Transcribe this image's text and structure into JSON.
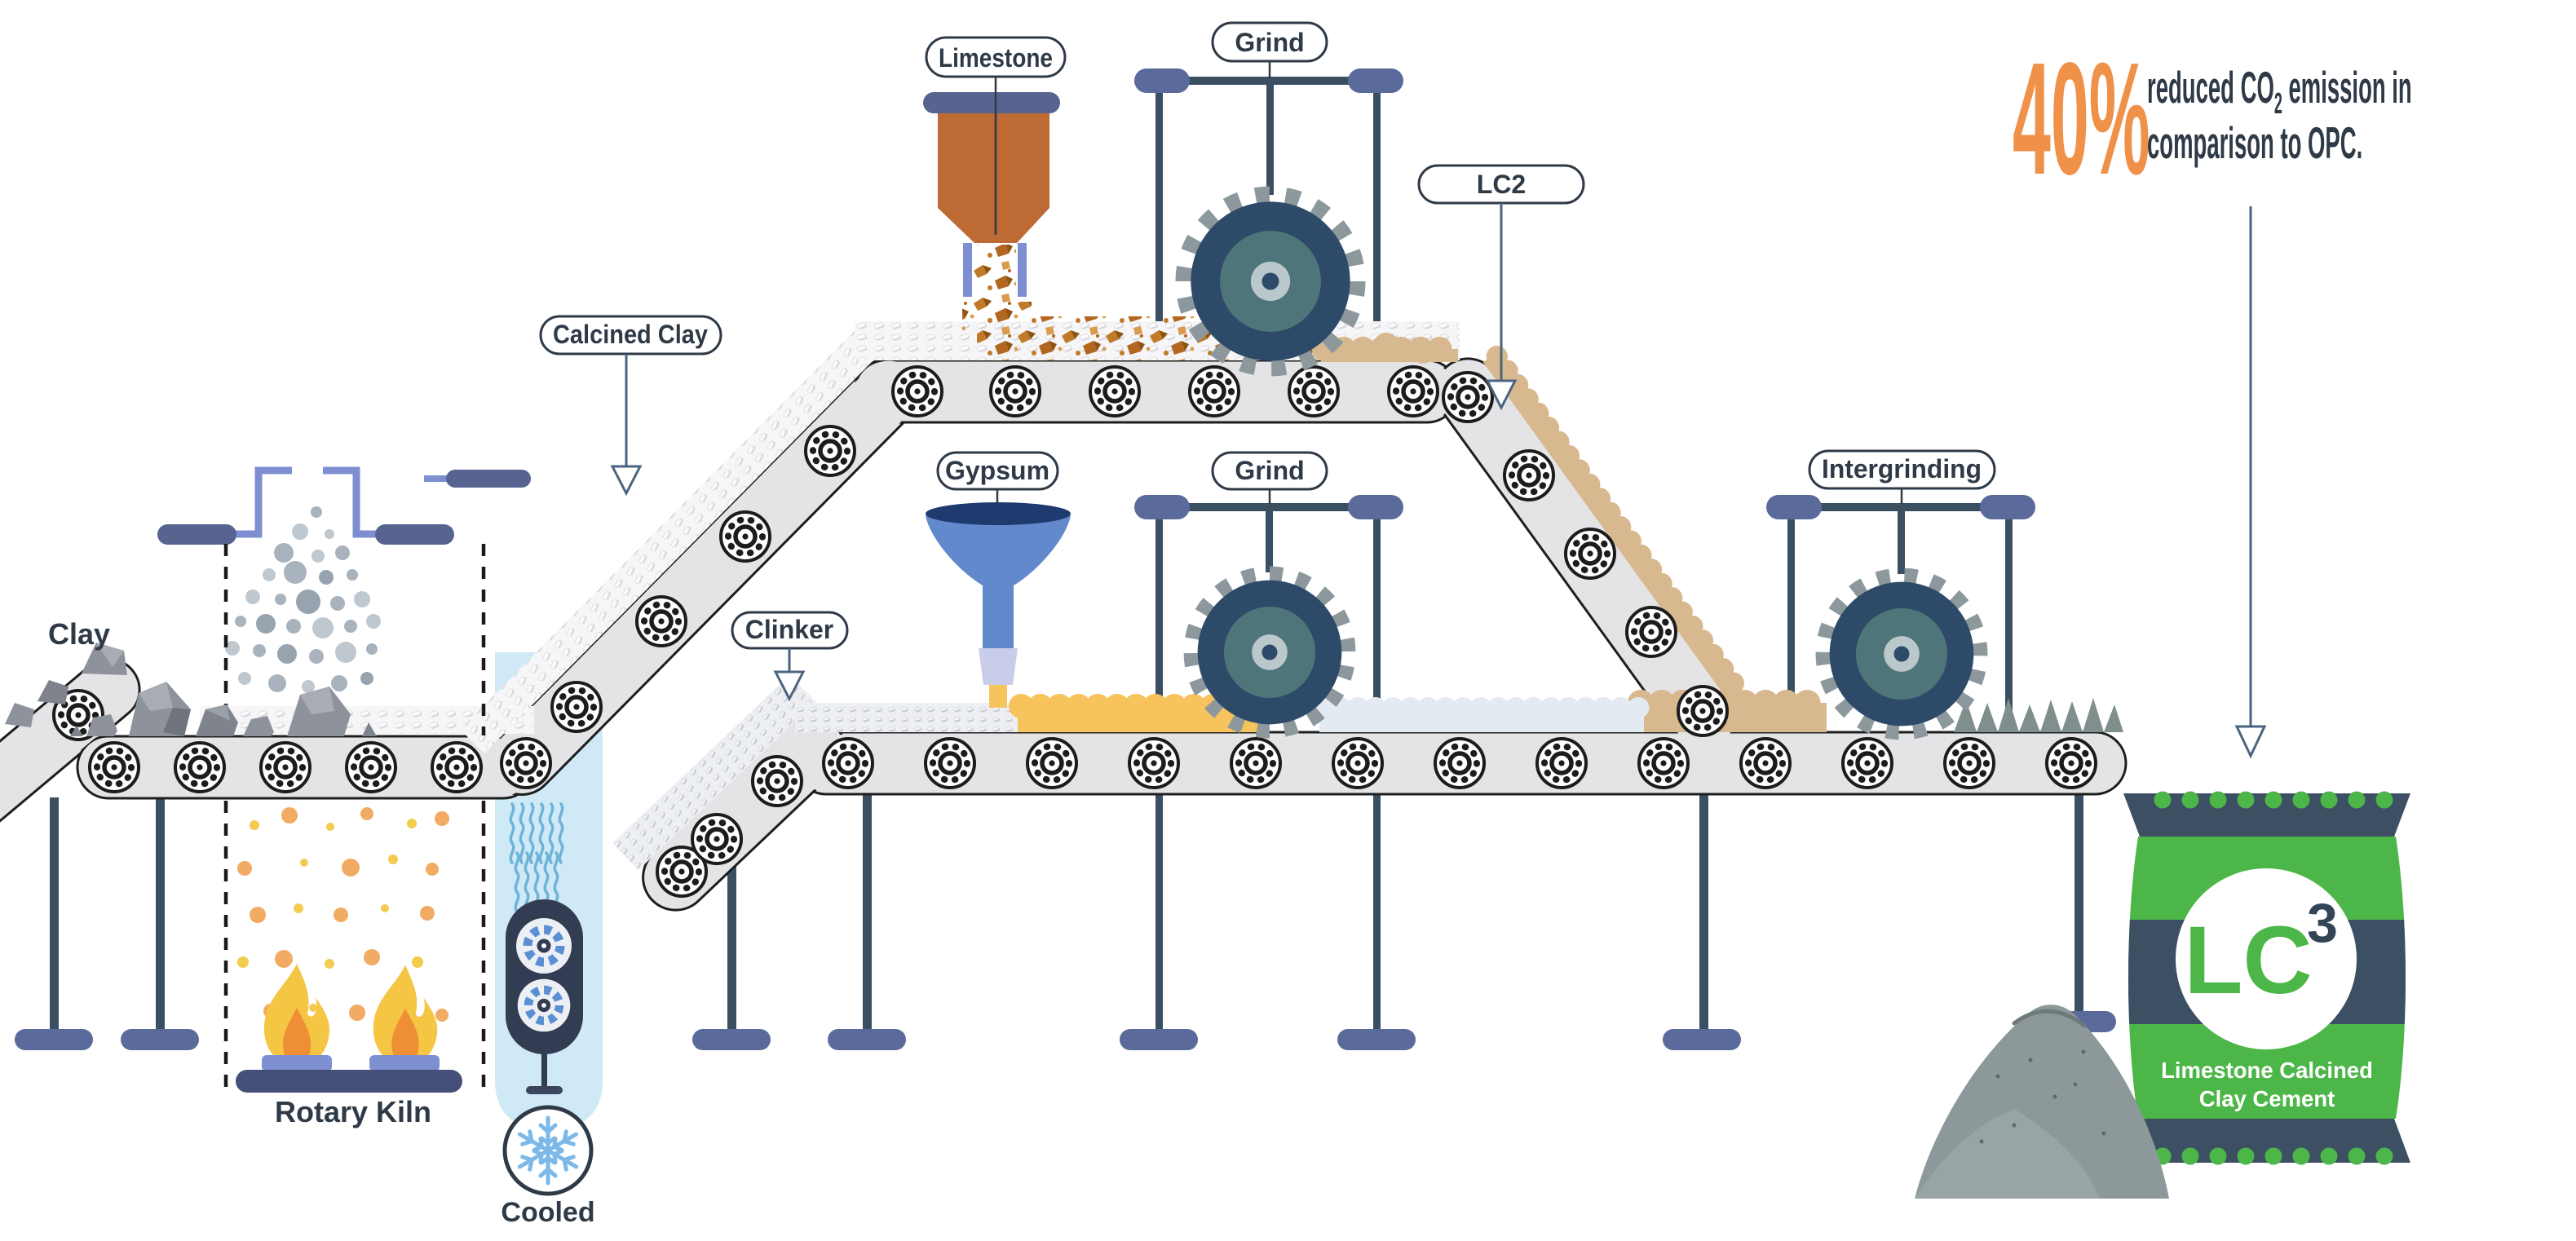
{
  "labels": {
    "limestone": "Limestone",
    "grind_top": "Grind",
    "lc2": "LC2",
    "calcined_clay": "Calcined Clay",
    "gypsum": "Gypsum",
    "grind_lower": "Grind",
    "clinker": "Clinker",
    "intergrinding": "Intergrinding",
    "clay": "Clay",
    "rotary_kiln": "Rotary Kiln",
    "cooled": "Cooled"
  },
  "stat": {
    "value": "40%",
    "line1_pre": "reduced CO",
    "line1_sub": "2",
    "line1_post": " emission in",
    "line2": "comparison to OPC."
  },
  "bag": {
    "logo": "LC",
    "logo_sup": "3",
    "caption1": "Limestone Calcined",
    "caption2": "Clay Cement"
  },
  "colors": {
    "stat_orange": "#F0914A",
    "text_navy": "#2F3A47",
    "steel": "#3B4F63",
    "cap_slate": "#5A6A9A",
    "periwinkle": "#7D8FD0",
    "belt_gray": "#E4E4E6",
    "gear_navy": "#2D4A68",
    "gear_teal": "#4E7579",
    "gear_teeth": "#8D989D",
    "hopper_orange": "#BD6A35",
    "limestone_orange": "#C07A28",
    "funnel_blue": "#6289CC",
    "funnel_dark": "#1F3A6E",
    "gypsum_yellow": "#F6C35C",
    "flame_yellow": "#F5C544",
    "flame_orange": "#EF8F35",
    "cooling_blue": "#CFE9F6",
    "wave_blue": "#6DB4D8",
    "fan_navy": "#323C52",
    "fan_blue": "#5B8FD4",
    "snow_blue": "#7CB9E8",
    "bag_green": "#4CB648",
    "bag_slate": "#3D4F63",
    "tan": "#D8B88E",
    "pale_cement": "#E3EAF2",
    "lc3_gray": "#7E8F8D",
    "pile_gray": "#8C9899"
  }
}
